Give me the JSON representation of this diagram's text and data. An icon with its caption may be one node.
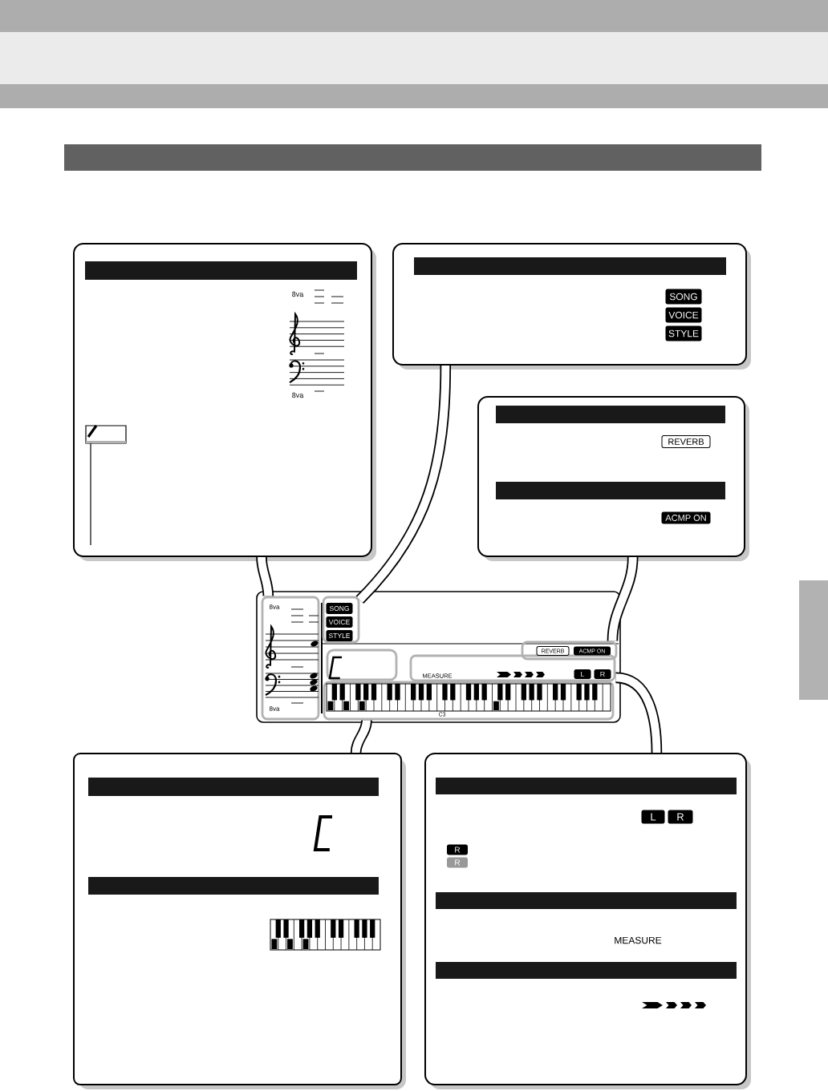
{
  "diagram": {
    "nodes": [
      {
        "text": [
          "8va",
          "8va"
        ]
      },
      {
        "text": [
          "SONG",
          "VOICE",
          "STYLE"
        ]
      },
      {
        "text": [
          "REVERB",
          "ACMP ON"
        ]
      },
      {
        "text": [],
        "shape": "box"
      },
      {
        "text": [
          "L",
          "R",
          "R",
          "R",
          "MEASURE"
        ]
      },
      {
        "text": [],
        "shape": "box"
      },
      {
        "text": [
          "8va",
          "8va"
        ],
        "in": 5
      },
      {
        "text": [
          "SONG",
          "VOICE",
          "STYLE"
        ],
        "in": 5
      },
      {
        "text": [
          "REVERB",
          "ACMP ON"
        ],
        "in": 5
      },
      {
        "text": [],
        "shape": "box",
        "in": 5
      },
      {
        "text": [
          "MEASURE",
          "L",
          "R"
        ],
        "in": 5
      },
      {
        "text": [
          "C3"
        ],
        "in": 5
      },
      {
        "text": [],
        "shape": "bar"
      },
      {
        "text": [],
        "shape": "bar"
      }
    ],
    "edges": [
      {
        "from": 0,
        "to": 6,
        "arrow": "none"
      },
      {
        "from": 1,
        "to": 7,
        "arrow": "none"
      },
      {
        "from": 2,
        "to": 8,
        "arrow": "none"
      },
      {
        "from": 3,
        "to": 11,
        "arrow": "none"
      },
      {
        "from": 4,
        "to": 10,
        "arrow": "none"
      }
    ]
  }
}
